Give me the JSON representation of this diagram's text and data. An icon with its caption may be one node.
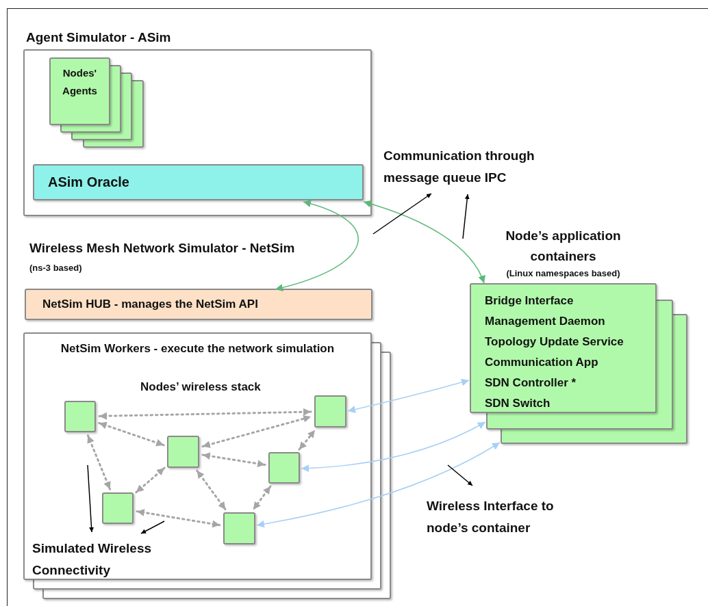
{
  "diagram": {
    "nodes": [
      {
        "text": [
          "Agent Simulator - ASim"
        ]
      },
      {
        "text": [
          "Nodes' Agents"
        ],
        "in": 0
      },
      {
        "text": [
          "ASim Oracle"
        ],
        "in": 0
      },
      {
        "text": [
          "NetSim HUB - manages the NetSim API"
        ]
      },
      {
        "text": [
          "NetSim Workers - execute the network simulation"
        ]
      },
      {
        "text": [],
        "shape": "box",
        "in": 4
      },
      {
        "text": [],
        "shape": "box",
        "in": 4
      },
      {
        "text": [],
        "shape": "box",
        "in": 4
      },
      {
        "text": [],
        "shape": "box",
        "in": 4
      },
      {
        "text": [],
        "shape": "box",
        "in": 4
      },
      {
        "text": [],
        "shape": "box",
        "in": 4
      },
      {
        "text": [
          "Node’s application containers",
          "(Linux namespaces based)",
          "Bridge Interface",
          "Management Daemon",
          "Topology Update Service",
          "Communication App",
          "SDN Controller *",
          "SDN Switch"
        ]
      },
      {
        "text": [
          "Communication through message queue IPC"
        ]
      },
      {
        "text": [
          "Wireless Interface to node’s container"
        ]
      },
      {
        "text": [
          "Simulated Wireless Connectivity"
        ],
        "in": 4
      }
    ],
    "edges": [
      {
        "from": 2,
        "to": 3,
        "arrow": "both",
        "color": "#5cb87a"
      },
      {
        "from": 2,
        "to": 11,
        "arrow": "both",
        "color": "#5cb87a"
      },
      {
        "from": 5,
        "to": 6,
        "arrow": "both",
        "style": "dashed"
      },
      {
        "from": 5,
        "to": 7,
        "arrow": "both",
        "style": "dashed"
      },
      {
        "from": 7,
        "to": 6,
        "arrow": "both",
        "style": "dashed"
      },
      {
        "from": 5,
        "to": 9,
        "arrow": "both",
        "style": "dashed"
      },
      {
        "from": 7,
        "to": 9,
        "arrow": "both",
        "style": "dashed"
      },
      {
        "from": 7,
        "to": 8,
        "arrow": "both",
        "style": "dashed"
      },
      {
        "from": 7,
        "to": 10,
        "arrow": "both",
        "style": "dashed"
      },
      {
        "from": 8,
        "to": 6,
        "arrow": "both",
        "style": "dashed"
      },
      {
        "from": 8,
        "to": 10,
        "arrow": "both",
        "style": "dashed"
      },
      {
        "from": 9,
        "to": 10,
        "arrow": "both",
        "style": "dashed"
      },
      {
        "from": 6,
        "to": 11,
        "arrow": "both",
        "color": "#a8d0f5"
      },
      {
        "from": 8,
        "to": 11,
        "arrow": "both",
        "color": "#a8d0f5"
      },
      {
        "from": 10,
        "to": 11,
        "arrow": "both",
        "color": "#a8d0f5"
      },
      {
        "from": null,
        "to": 12,
        "arrow": "to",
        "color": "#000000"
      },
      {
        "from": null,
        "to": 12,
        "arrow": "to",
        "color": "#000000"
      },
      {
        "from": null,
        "to": 13,
        "arrow": "to",
        "color": "#000000"
      },
      {
        "from": null,
        "to": 14,
        "arrow": "to",
        "color": "#000000"
      },
      {
        "from": null,
        "to": 14,
        "arrow": "to",
        "color": "#000000"
      }
    ],
    "labels": [
      "Wireless Mesh Network Simulator - NetSim",
      "(ns-3 based)",
      "Nodes’ wireless stack"
    ]
  }
}
